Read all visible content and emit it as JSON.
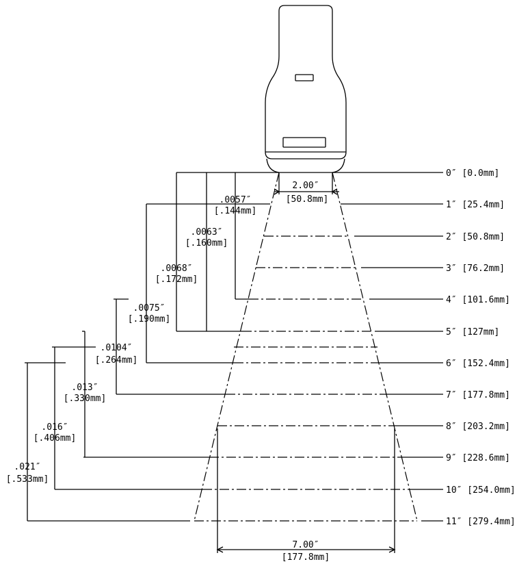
{
  "range_labels": [
    "0″ [0.0mm]",
    "1″ [25.4mm]",
    "2″ [50.8mm]",
    "3″ [76.2mm]",
    "4″ [101.6mm]",
    "5″ [127mm]",
    "6″ [152.4mm]",
    "7″ [177.8mm]",
    "8″ [203.2mm]",
    "9″ [228.6mm]",
    "10″ [254.0mm]",
    "11″ [279.4mm]"
  ],
  "resolutions": [
    {
      "in": ".0057″",
      "mm": "[.144mm]"
    },
    {
      "in": ".0063″",
      "mm": "[.160mm]"
    },
    {
      "in": ".0068″",
      "mm": "[.172mm]"
    },
    {
      "in": ".0075″",
      "mm": "[.190mm]"
    },
    {
      "in": ".0104″",
      "mm": "[.264mm]"
    },
    {
      "in": ".013″",
      "mm": "[.330mm]"
    },
    {
      "in": ".016″",
      "mm": "[.406mm]"
    },
    {
      "in": ".021″",
      "mm": "[.533mm]"
    }
  ],
  "window_width": {
    "in": "2.00″",
    "mm": "[50.8mm]"
  },
  "field_width": {
    "in": "7.00″",
    "mm": "[177.8mm]"
  }
}
